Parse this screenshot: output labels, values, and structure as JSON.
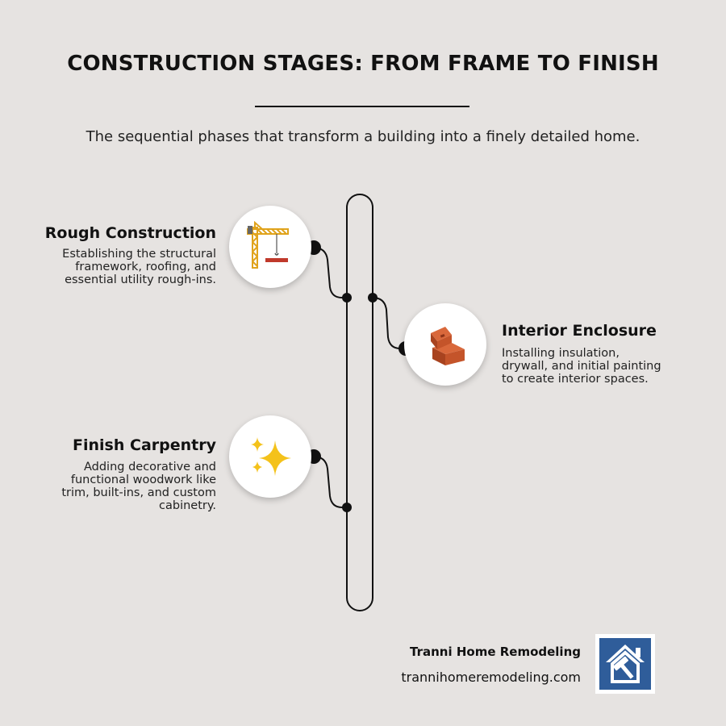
{
  "header": {
    "title": "CONSTRUCTION STAGES: FROM FRAME TO FINISH",
    "subtitle": "The sequential phases that transform a building into a finely detailed home."
  },
  "stages": [
    {
      "title": "Rough Construction",
      "description": "Establishing the structural\nframework, roofing, and\nessential utility rough-ins.",
      "icon": "crane-icon",
      "side": "left"
    },
    {
      "title": "Interior Enclosure",
      "description": "Installing insulation,\ndrywall, and initial painting\nto create interior spaces.",
      "icon": "bricks-icon",
      "side": "right"
    },
    {
      "title": "Finish Carpentry",
      "description": "Adding decorative and\nfunctional woodwork like\ntrim, built-ins, and custom\ncabinetry.",
      "icon": "sparkles-icon",
      "side": "left"
    }
  ],
  "footer": {
    "brand_name": "Tranni Home Remodeling",
    "brand_url": "trannihomeremodeling.com",
    "logo_icon": "house-hammer-icon"
  },
  "colors": {
    "background": "#e6e3e1",
    "line": "#111111",
    "logo_blue": "#2f5d9a"
  }
}
